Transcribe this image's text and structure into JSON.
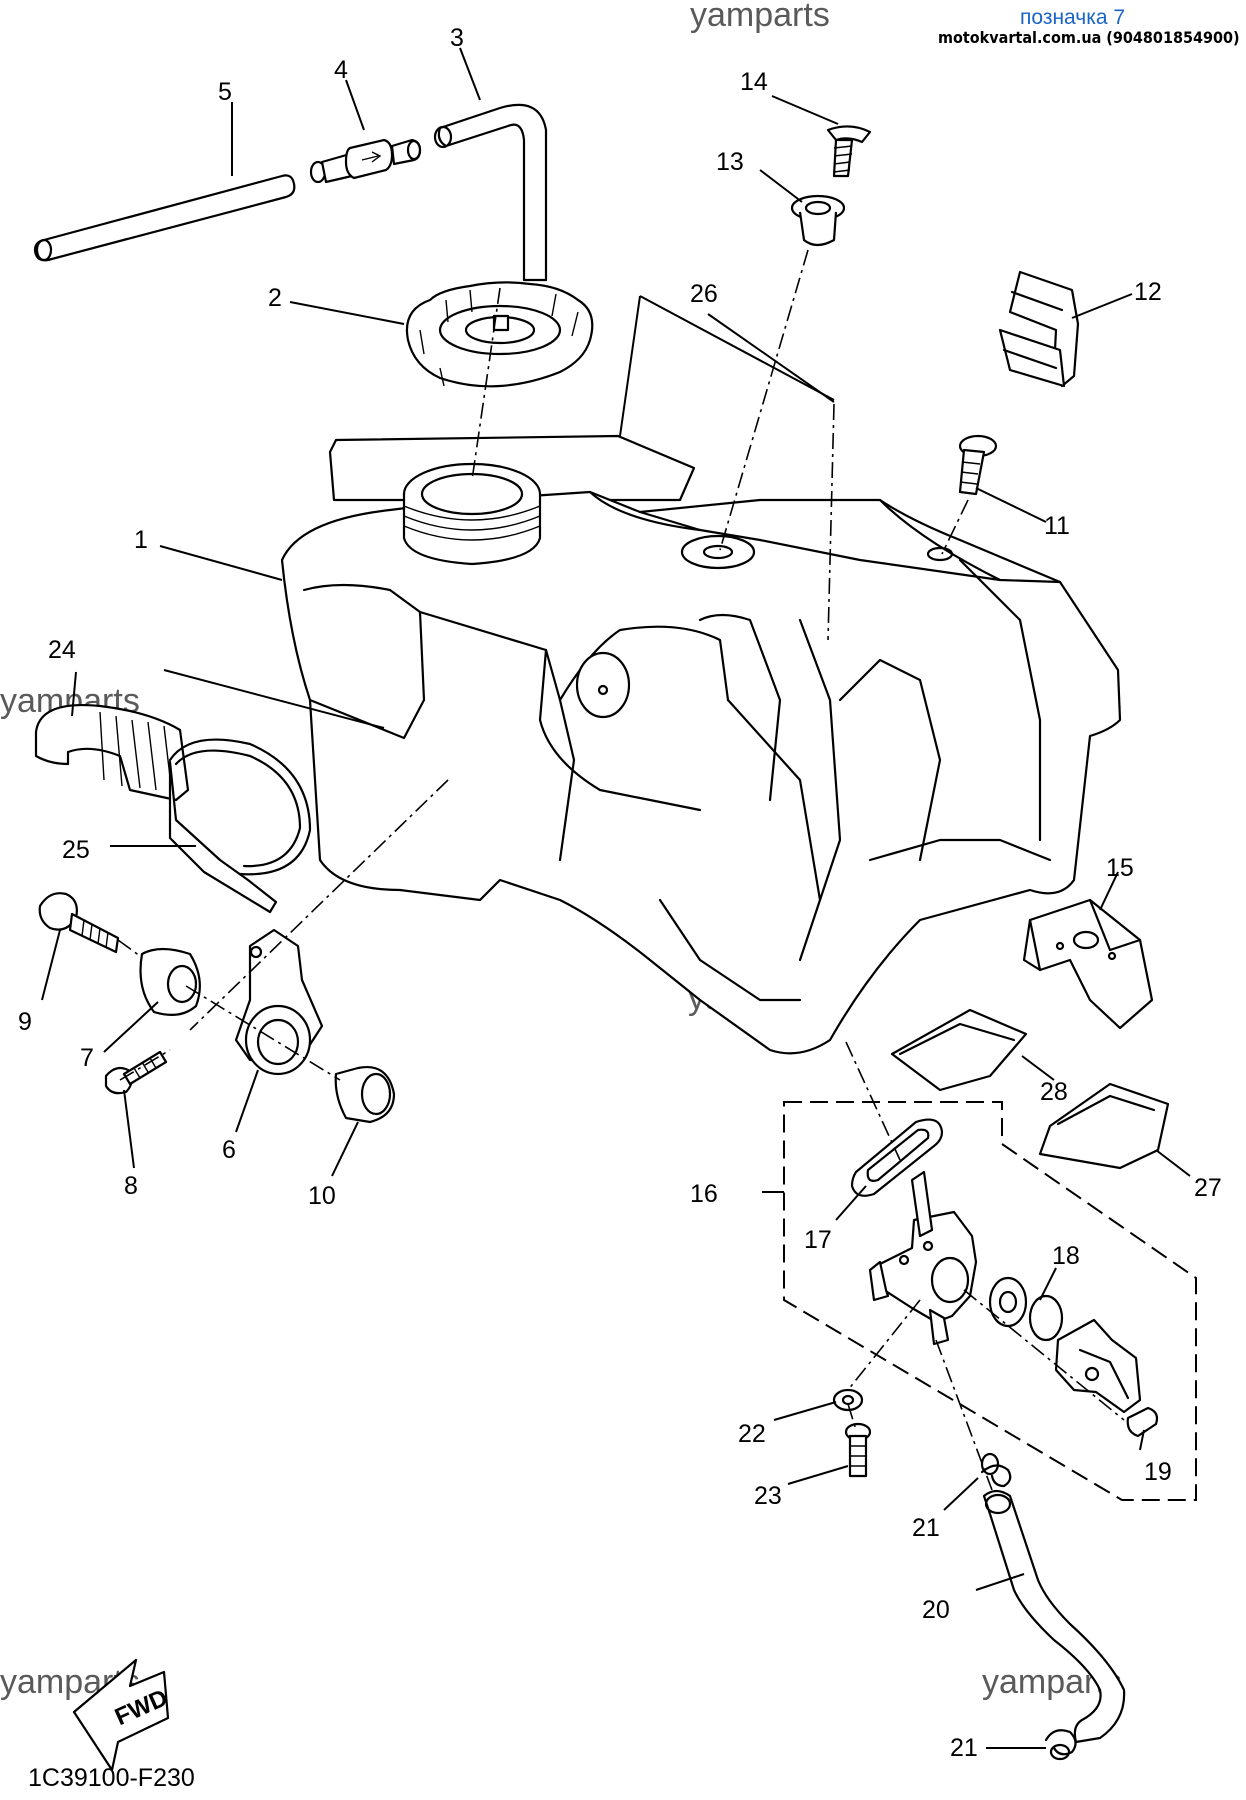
{
  "header": {
    "marker_label": "позначка 7",
    "site_text": "motokvartal.com.ua (904801854900)"
  },
  "watermark": "yamparts",
  "fwd_label": "FWD",
  "diagram_code": "1C39100-F230",
  "callouts": [
    "1",
    "2",
    "3",
    "4",
    "5",
    "6",
    "7",
    "8",
    "9",
    "10",
    "11",
    "12",
    "13",
    "14",
    "15",
    "16",
    "17",
    "18",
    "19",
    "20",
    "21",
    "22",
    "23",
    "24",
    "25",
    "26",
    "27",
    "28",
    "21"
  ]
}
